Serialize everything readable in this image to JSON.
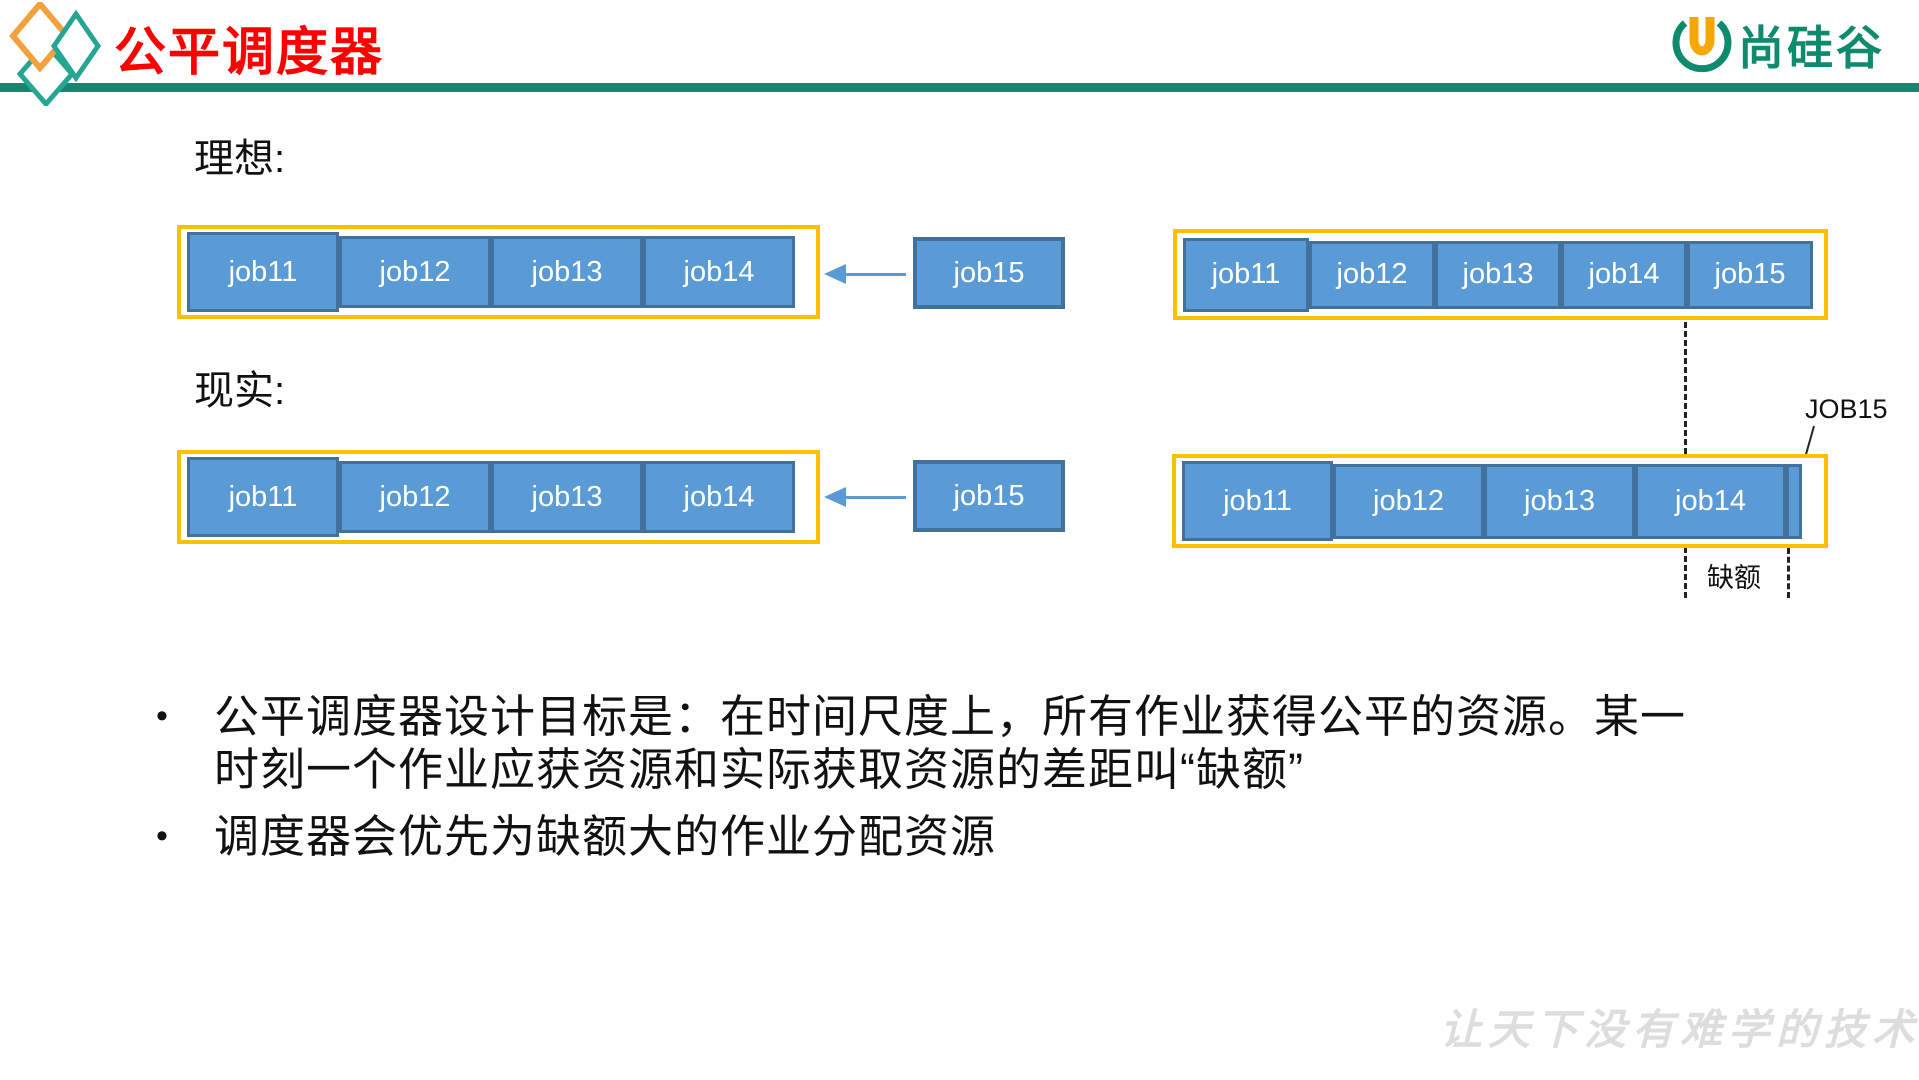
{
  "header": {
    "title": "公平调度器",
    "logo_text": "尚硅谷"
  },
  "labels": {
    "ideal": "理想:",
    "reality": "现实:",
    "job15_annotation": "JOB15",
    "deficit": "缺额",
    "bullet_char": "•"
  },
  "diagram": {
    "ideal_left_jobs": [
      "job11",
      "job12",
      "job13",
      "job14"
    ],
    "ideal_pending_job": "job15",
    "ideal_right_jobs": [
      "job11",
      "job12",
      "job13",
      "job14",
      "job15"
    ],
    "reality_left_jobs": [
      "job11",
      "job12",
      "job13",
      "job14"
    ],
    "reality_pending_job": "job15",
    "reality_right_jobs": [
      "job11",
      "job12",
      "job13",
      "job14"
    ]
  },
  "bullets": [
    {
      "lines": [
        "公平调度器设计目标是：在时间尺度上，所有作业获得公平的资源。某一",
        "时刻一个作业应获资源和实际获取资源的差距叫“缺额”"
      ]
    },
    {
      "lines": [
        "调度器会优先为缺额大的作业分配资源"
      ]
    }
  ],
  "watermark": "让天下没有难学的技术",
  "colors": {
    "box_fill": "#5B9BD5",
    "box_border": "#41719C",
    "container_border": "#FFC000",
    "header_bar_green": "#0F8A6E",
    "title_red": "#FF0000",
    "logo_green": "#0E8A6D",
    "logo_orange": "#F5A800",
    "diamond_orange": "#F2A13C",
    "diamond_teal": "#26A692",
    "watermark_gray": "#DDDDDD"
  }
}
